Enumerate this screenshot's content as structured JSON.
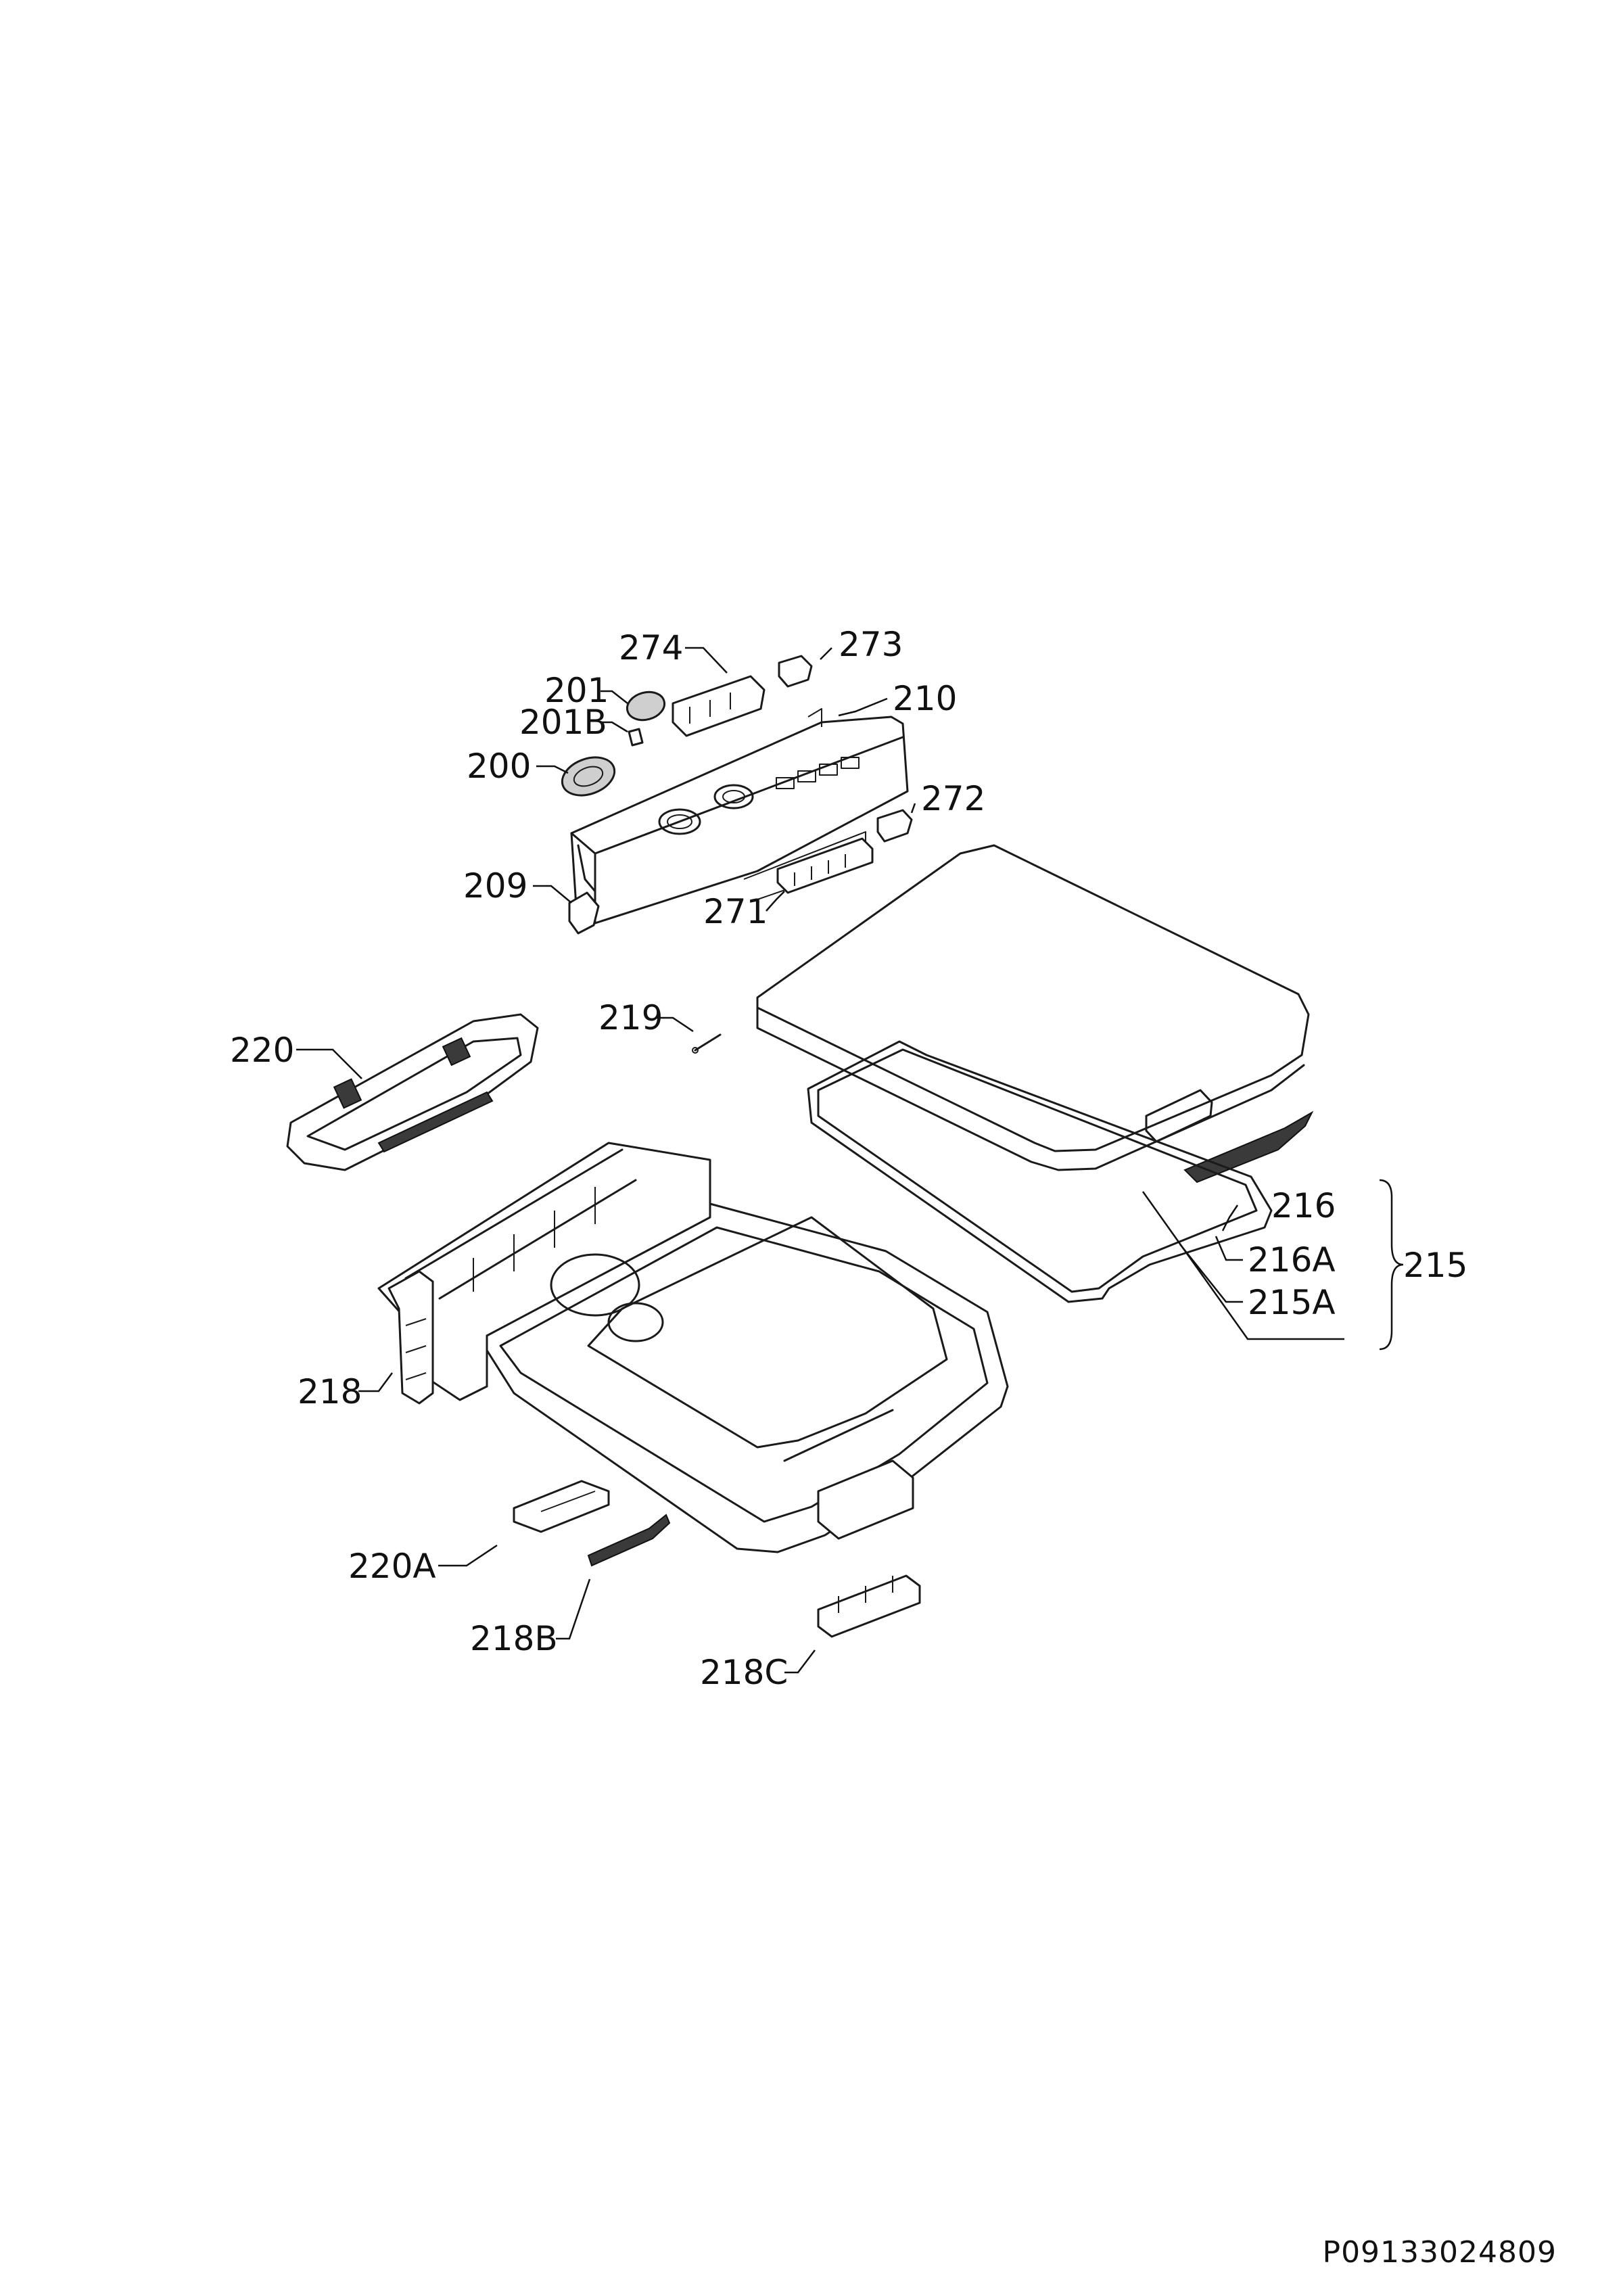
{
  "diagram": {
    "labels": {
      "p274": "274",
      "p273": "273",
      "p201": "201",
      "p201B": "201B",
      "p210": "210",
      "p200": "200",
      "p272": "272",
      "p209": "209",
      "p271": "271",
      "p219": "219",
      "p220": "220",
      "p216": "216",
      "p216A": "216A",
      "p215": "215",
      "p215A": "215A",
      "p218": "218",
      "p220A": "220A",
      "p218B": "218B",
      "p218C": "218C"
    },
    "document_code": "P09133024809"
  }
}
